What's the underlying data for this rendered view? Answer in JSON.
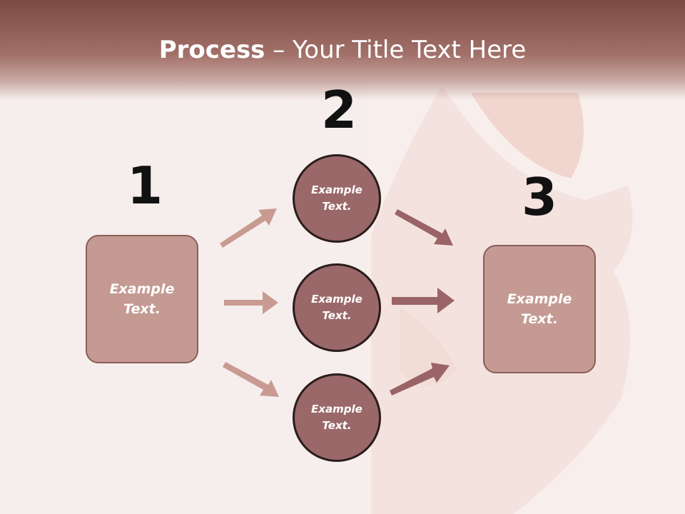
{
  "title": {
    "bold": "Process",
    "rest": " – Your Title Text Here"
  },
  "steps": [
    {
      "number": "1",
      "label_line1": "Example",
      "label_line2": "Text."
    },
    {
      "number": "2",
      "items": [
        {
          "line1": "Example",
          "line2": "Text."
        },
        {
          "line1": "Example",
          "line2": "Text."
        },
        {
          "line1": "Example",
          "line2": "Text."
        }
      ]
    },
    {
      "number": "3",
      "label_line1": "Example",
      "label_line2": "Text."
    }
  ],
  "colors": {
    "header": "#8a5a52",
    "box_fill": "#c49a92",
    "circle_fill": "#9a6869",
    "arrow_light": "#c89a92",
    "arrow_dark": "#9a6466"
  }
}
